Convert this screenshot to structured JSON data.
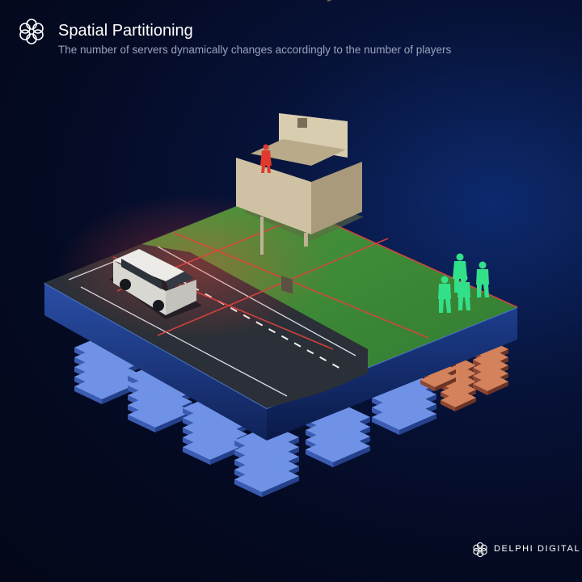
{
  "header": {
    "title": "Spatial Partitioning",
    "subtitle": "The number of servers dynamically changes accordingly to the number of players",
    "logo_icon": "knot-ring-icon"
  },
  "brand": {
    "name": "DELPHI DIGITAL",
    "logo_icon": "knot-ring-icon"
  },
  "colors": {
    "background": "#040a22",
    "grass": "#3f8a34",
    "road": "#2a2e36",
    "platform_edge": "#1c3f8f",
    "server_blue": "#5a7fd4",
    "server_orange": "#c46a4a",
    "partition_line": "#e0433c",
    "player_green": "#33e08a",
    "player_red": "#e03a2e"
  }
}
